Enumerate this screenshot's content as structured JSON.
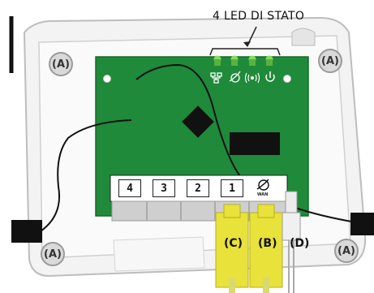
{
  "title": "4 LED DI STATO",
  "callouts": {
    "a_top_left": "(A)",
    "a_top_right": "(A)",
    "a_bottom_left": "(A)",
    "a_bottom_right": "(A)",
    "c": "(C)",
    "b": "(B)",
    "d": "(D)"
  },
  "ports": [
    "4",
    "3",
    "2",
    "1"
  ],
  "wan_label": "WAN",
  "led_icons": [
    "network-icon",
    "internet-icon",
    "wireless-icon",
    "power-icon"
  ],
  "colors": {
    "board": "#1f8a3a",
    "led": "#7ee05a",
    "cable_yellow": "#e8e23a",
    "case": "#f1f1f1"
  }
}
